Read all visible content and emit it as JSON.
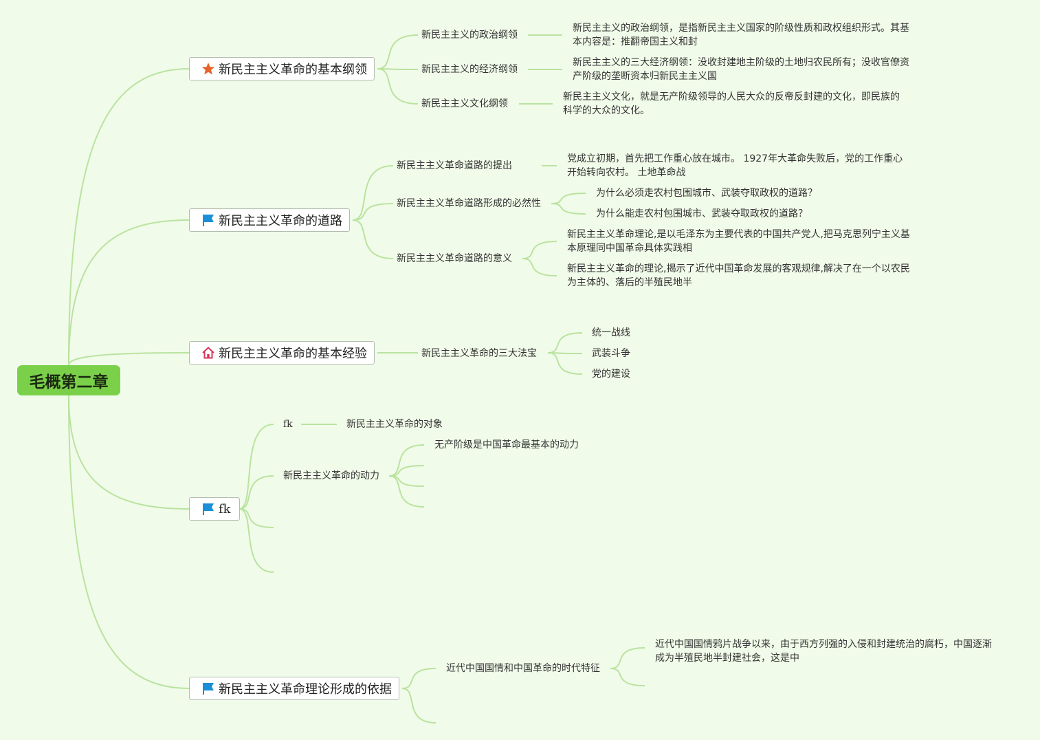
{
  "root": {
    "label": "毛概第二章",
    "color": "#7bd04a"
  },
  "branches": [
    {
      "label": "新民主主义革命的基本纲领",
      "icon": "star-icon",
      "children": [
        {
          "label": "新民主主义的政治纲领",
          "leaves": [
            "新民主主义的政治纲领，是指新民主主义国家的阶级性质和政权组织形式。其基本内容是：推翻帝国主义和封"
          ]
        },
        {
          "label": "新民主主义的经济纲领",
          "leaves": [
            "新民主主义的三大经济纲领：没收封建地主阶级的土地归农民所有；没收官僚资产阶级的垄断资本归新民主主义国"
          ]
        },
        {
          "label": "新民主主义文化纲领",
          "leaves": [
            "新民主主义文化，就是无产阶级领导的人民大众的反帝反封建的文化，即民族的科学的大众的文化。"
          ]
        }
      ]
    },
    {
      "label": "新民主主义革命的道路",
      "icon": "flag-icon",
      "children": [
        {
          "label": "新民主主义革命道路的提出",
          "leaves": [
            "党成立初期，首先把工作重心放在城市。 1927年大革命失败后，党的工作重心开始转向农村。 土地革命战"
          ]
        },
        {
          "label": "新民主主义革命道路形成的必然性",
          "leaves": [
            "为什么必须走农村包围城市、武装夺取政权的道路？",
            "为什么能走农村包围城市、武装夺取政权的道路？"
          ]
        },
        {
          "label": "新民主主义革命道路的意义",
          "leaves": [
            "新民主主义革命理论,是以毛泽东为主要代表的中国共产党人,把马克思列宁主义基本原理同中国革命具体实践相",
            "新民主主义革命的理论,揭示了近代中国革命发展的客观规律,解决了在一个以农民为主体的、落后的半殖民地半"
          ]
        }
      ]
    },
    {
      "label": "新民主主义革命的基本经验",
      "icon": "home-icon",
      "children": [
        {
          "label": "新民主主义革命的三大法宝",
          "leaves": [
            "统一战线",
            "武装斗争",
            "党的建设"
          ]
        }
      ]
    },
    {
      "label": "fk",
      "icon": "flag-icon",
      "children": [
        {
          "label": "fk",
          "leaves": [
            "新民主主义革命的对象"
          ]
        },
        {
          "label": "新民主主义革命的动力",
          "leaves": [
            "无产阶级是中国革命最基本的动力"
          ]
        }
      ]
    },
    {
      "label": "新民主主义革命理论形成的依据",
      "icon": "flag-icon",
      "children": [
        {
          "label": "近代中国国情和中国革命的时代特征",
          "leaves": [
            "近代中国国情鸦片战争以来，由于西方列强的入侵和封建统治的腐朽，中国逐渐成为半殖民地半封建社会，这是中"
          ]
        }
      ]
    }
  ],
  "colors": {
    "background": "#f1fbe9",
    "connector": "#b9e3a0",
    "star": "#e8632b",
    "flag": "#1a8fd8",
    "home": "#d9355a"
  }
}
